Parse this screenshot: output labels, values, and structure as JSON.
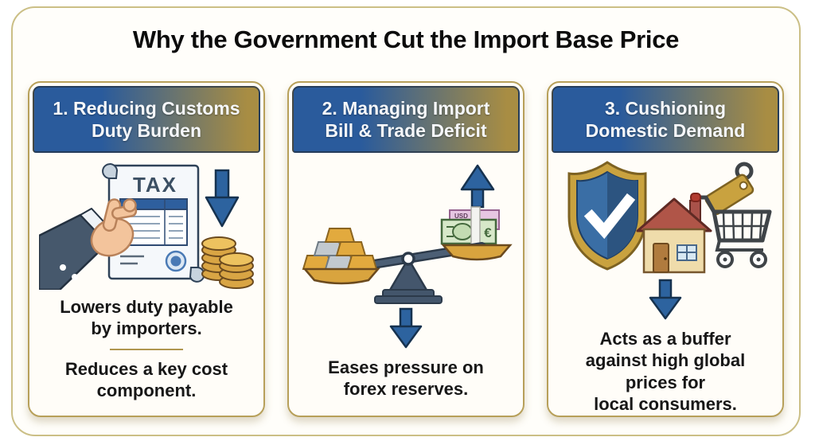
{
  "title": "Why the Government Cut the Import Base Price",
  "colors": {
    "header_gradient_left": "#2a5b9c",
    "header_gradient_right": "#a88d43",
    "card_border": "#b7a05a",
    "outer_border": "#cbbf86",
    "arrow_blue": "#2d639f",
    "divider_gold": "#b0964e",
    "body_text": "#171717",
    "header_text": "#f5f7fa"
  },
  "cards": [
    {
      "heading": [
        "1. Reducing Customs",
        "Duty Burden"
      ],
      "icon": "hand-holding-tax-document-with-down-arrow-and-coins",
      "icon_labels": {
        "tax": "TAX"
      },
      "paragraphs": [
        [
          "Lowers duty payable",
          "by importers."
        ],
        [
          "Reduces a key cost",
          "component."
        ]
      ]
    },
    {
      "heading": [
        "2. Managing Import",
        "Bill & Trade Deficit"
      ],
      "icon": "balance-scale-gold-bars-vs-currency-with-up-arrow",
      "icon_labels": {
        "note": "USD",
        "euro": "€"
      },
      "paragraphs": [
        [
          "Eases pressure on",
          "forex reserves."
        ]
      ]
    },
    {
      "heading": [
        "3. Cushioning",
        "Domestic Demand"
      ],
      "icon": "shield-check-house-shopping-cart-price-tag",
      "paragraphs": [
        [
          "Acts as a buffer",
          "against high global",
          "prices for",
          "local consumers."
        ]
      ]
    }
  ]
}
